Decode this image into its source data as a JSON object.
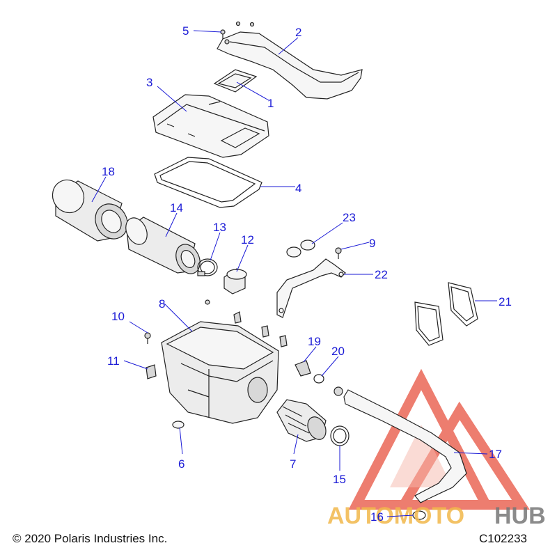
{
  "callouts": [
    {
      "id": "5",
      "label": "5"
    },
    {
      "id": "2",
      "label": "2"
    },
    {
      "id": "3",
      "label": "3"
    },
    {
      "id": "1",
      "label": "1"
    },
    {
      "id": "18",
      "label": "18"
    },
    {
      "id": "4",
      "label": "4"
    },
    {
      "id": "14",
      "label": "14"
    },
    {
      "id": "13",
      "label": "13"
    },
    {
      "id": "12",
      "label": "12"
    },
    {
      "id": "23",
      "label": "23"
    },
    {
      "id": "9",
      "label": "9"
    },
    {
      "id": "22",
      "label": "22"
    },
    {
      "id": "8",
      "label": "8"
    },
    {
      "id": "10",
      "label": "10"
    },
    {
      "id": "21",
      "label": "21"
    },
    {
      "id": "19",
      "label": "19"
    },
    {
      "id": "20",
      "label": "20"
    },
    {
      "id": "11",
      "label": "11"
    },
    {
      "id": "17",
      "label": "17"
    },
    {
      "id": "6",
      "label": "6"
    },
    {
      "id": "7",
      "label": "7"
    },
    {
      "id": "15",
      "label": "15"
    },
    {
      "id": "16",
      "label": "16"
    }
  ],
  "footer": {
    "copyright": "© 2020 Polaris Industries Inc.",
    "code": "C102233"
  },
  "watermark": {
    "brand_left": "AUTOMOTO",
    "brand_right": "HUB",
    "color_primary": "#e8523f",
    "color_secondary": "#f2b84b",
    "color_hub": "#777777"
  }
}
